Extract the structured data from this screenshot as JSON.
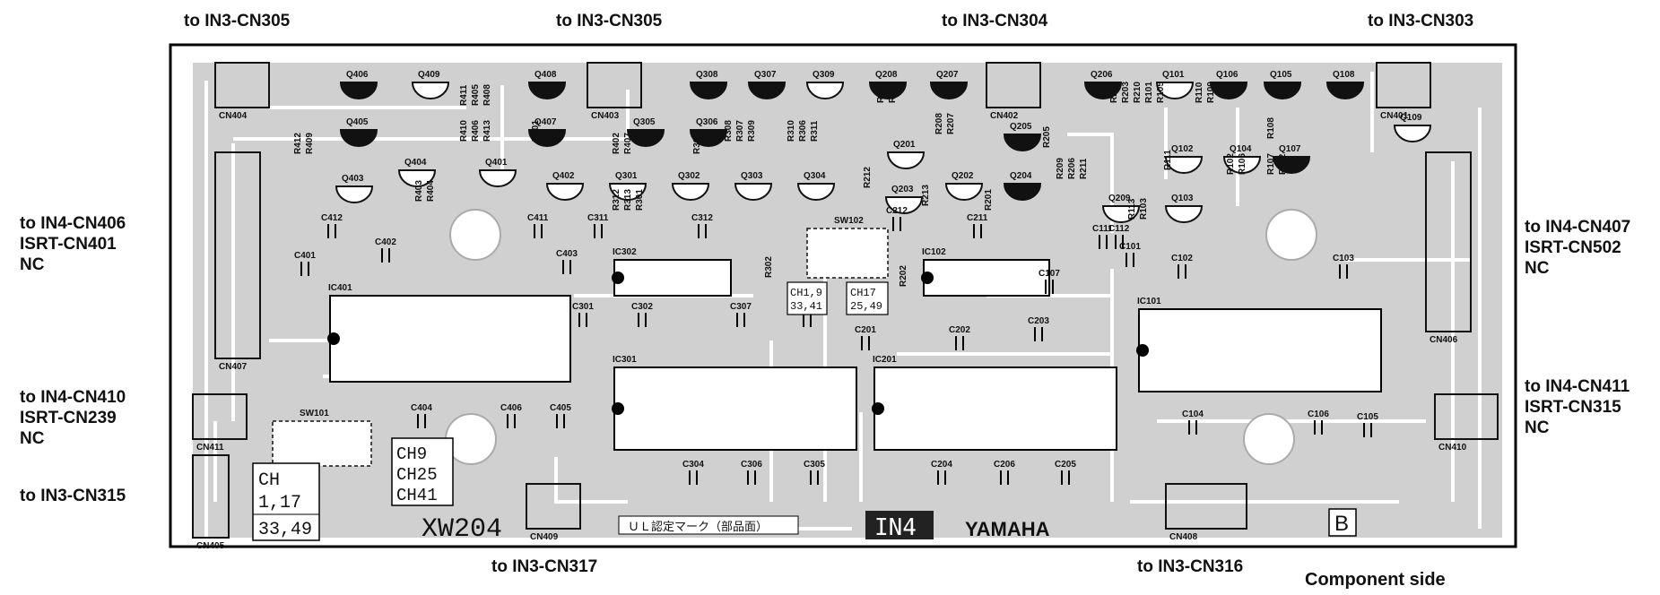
{
  "connector_labels": {
    "top_1": "to IN3-CN305",
    "top_2": "to IN3-CN305",
    "top_3": "to IN3-CN304",
    "top_4": "to IN3-CN303",
    "left_1": [
      "to IN4-CN406",
      "ISRT-CN401",
      "NC"
    ],
    "left_2": [
      "to IN4-CN410",
      "ISRT-CN239",
      "NC"
    ],
    "left_3": "to IN3-CN315",
    "right_1": [
      "to IN4-CN407",
      "ISRT-CN502",
      "NC"
    ],
    "right_2": [
      "to IN4-CN411",
      "ISRT-CN315",
      "NC"
    ],
    "bottom_1": "to IN3-CN317",
    "bottom_2": "to IN3-CN316"
  },
  "board": {
    "id": "XW204",
    "name": "IN4",
    "brand": "YAMAHA",
    "revision": "B",
    "ul_mark": "ＵＬ認定マーク（部品面）",
    "view": "Component side"
  },
  "channel_boxes": {
    "ch_a": [
      "CH",
      "1,17",
      "33,49"
    ],
    "ch_b": [
      "CH9",
      "CH25",
      "CH41"
    ],
    "ch_c": [
      "CH1,9",
      "33,41"
    ],
    "ch_d": [
      "CH17",
      "25,49"
    ]
  },
  "parts": {
    "transistors": [
      {
        "label": "Q406",
        "filled": true
      },
      {
        "label": "Q409",
        "filled": false
      },
      {
        "label": "Q408",
        "filled": true
      },
      {
        "label": "Q308",
        "filled": true
      },
      {
        "label": "Q307",
        "filled": true
      },
      {
        "label": "Q309",
        "filled": false
      },
      {
        "label": "Q208",
        "filled": true
      },
      {
        "label": "Q207",
        "filled": true
      },
      {
        "label": "Q405",
        "filled": true
      },
      {
        "label": "Q407",
        "filled": true
      },
      {
        "label": "Q305",
        "filled": true
      },
      {
        "label": "Q306",
        "filled": true
      },
      {
        "label": "Q401",
        "filled": false
      },
      {
        "label": "Q404",
        "filled": false
      },
      {
        "label": "Q402",
        "filled": false
      },
      {
        "label": "Q301",
        "filled": false
      },
      {
        "label": "Q302",
        "filled": false
      },
      {
        "label": "Q303",
        "filled": false
      },
      {
        "label": "Q304",
        "filled": false
      },
      {
        "label": "Q201",
        "filled": false
      },
      {
        "label": "Q203",
        "filled": false
      },
      {
        "label": "Q202",
        "filled": false
      },
      {
        "label": "Q205",
        "filled": true
      },
      {
        "label": "Q204",
        "filled": true
      },
      {
        "label": "Q403",
        "filled": false
      },
      {
        "label": "Q206",
        "filled": true
      },
      {
        "label": "Q101",
        "filled": false
      },
      {
        "label": "Q106",
        "filled": true
      },
      {
        "label": "Q105",
        "filled": true
      },
      {
        "label": "Q108",
        "filled": true
      },
      {
        "label": "Q109",
        "filled": false
      },
      {
        "label": "Q102",
        "filled": false
      },
      {
        "label": "Q104",
        "filled": false
      },
      {
        "label": "Q107",
        "filled": true
      },
      {
        "label": "Q103",
        "filled": false
      },
      {
        "label": "Q209",
        "filled": false
      }
    ],
    "resistors": [
      "R411",
      "R405",
      "R408",
      "R410",
      "R406",
      "R413",
      "R412",
      "R409",
      "R403",
      "R404",
      "R401",
      "R402",
      "R407",
      "R305",
      "R308",
      "R307",
      "R309",
      "R310",
      "R306",
      "R311",
      "R312",
      "R313",
      "R301",
      "R302",
      "R303",
      "R304",
      "R208",
      "R207",
      "R205",
      "R209",
      "R206",
      "R211",
      "R212",
      "R213",
      "R201",
      "R202",
      "R204",
      "R203",
      "R210",
      "R101",
      "R105",
      "R110",
      "R109",
      "R108",
      "R111",
      "R102",
      "R106",
      "R107",
      "R112",
      "R113",
      "R103",
      "R104"
    ],
    "capacitors": [
      "C412",
      "C411",
      "C311",
      "C312",
      "C212",
      "C211",
      "C111",
      "C112",
      "C101",
      "C401",
      "C402",
      "C403",
      "C102",
      "C103",
      "C107",
      "C301",
      "C302",
      "C307",
      "C303",
      "C201",
      "C202",
      "C203",
      "C404",
      "C406",
      "C405",
      "C304",
      "C306",
      "C305",
      "C204",
      "C206",
      "C205",
      "C104",
      "C106",
      "C105"
    ],
    "ics": [
      {
        "label": "IC401"
      },
      {
        "label": "IC302"
      },
      {
        "label": "IC102"
      },
      {
        "label": "IC301"
      },
      {
        "label": "IC201"
      },
      {
        "label": "IC101"
      }
    ],
    "connectors": [
      "CN404",
      "CN403",
      "CN402",
      "CN401",
      "CN407",
      "CN406",
      "CN411",
      "CN405",
      "CN410",
      "CN409",
      "CN408"
    ],
    "switches": [
      "SW101",
      "SW102"
    ]
  }
}
